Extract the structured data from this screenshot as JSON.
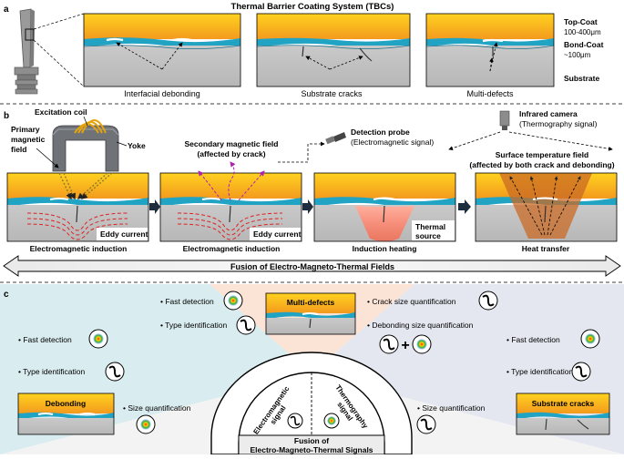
{
  "panel_a": {
    "label": "a",
    "title": "Thermal Barrier Coating System (TBCs)",
    "captions": [
      "Interfacial debonding",
      "Substrate cracks",
      "Multi-defects"
    ],
    "layers": {
      "top_coat": "Top-Coat",
      "top_coat_thickness": "100-400μm",
      "bond_coat": "Bond-Coat",
      "bond_coat_thickness": "~100μm",
      "substrate": "Substrate"
    }
  },
  "panel_b": {
    "label": "b",
    "excitation_coil": "Excitation coil",
    "primary_field": [
      "Primary",
      "magnetic",
      "field"
    ],
    "yoke": "Yoke",
    "secondary_field": [
      "Secondary magnetic field",
      "(affected by crack)"
    ],
    "detection_probe": [
      "Detection probe",
      "(Electromagnetic signal)"
    ],
    "infrared_camera": [
      "Infrared camera",
      "(Thermography signal)"
    ],
    "surface_field": [
      "Surface temperature field",
      "(affected by both crack and debonding)"
    ],
    "eddy_current": "Eddy current",
    "thermal_source": [
      "Thermal",
      "source"
    ],
    "stages": [
      "Electromagnetic induction",
      "Electromagnetic induction",
      "Induction heating",
      "Heat transfer"
    ],
    "fusion_bar": "Fusion of Electro-Magneto-Thermal Fields"
  },
  "panel_c": {
    "label": "c",
    "left_items": [
      "• Fast detection",
      "• Type identification",
      "• Size quantification"
    ],
    "left_box": "Debonding",
    "top_left_items": [
      "• Fast detection",
      "• Type identification"
    ],
    "top_box": "Multi-defects",
    "top_right_items": [
      "• Crack size quantification",
      "• Debonding size quantification"
    ],
    "right_items": [
      "• Fast detection",
      "• Type identification"
    ],
    "right_box": "Substrate cracks",
    "mid_right_item": "• Size quantification",
    "dome_left": [
      "Electromagnetic",
      "signal"
    ],
    "dome_right": [
      "Thermography",
      "signal"
    ],
    "dome_bottom": [
      "Fusion of",
      "Electro-Magneto-Thermal Signals"
    ],
    "plus": "+"
  }
}
